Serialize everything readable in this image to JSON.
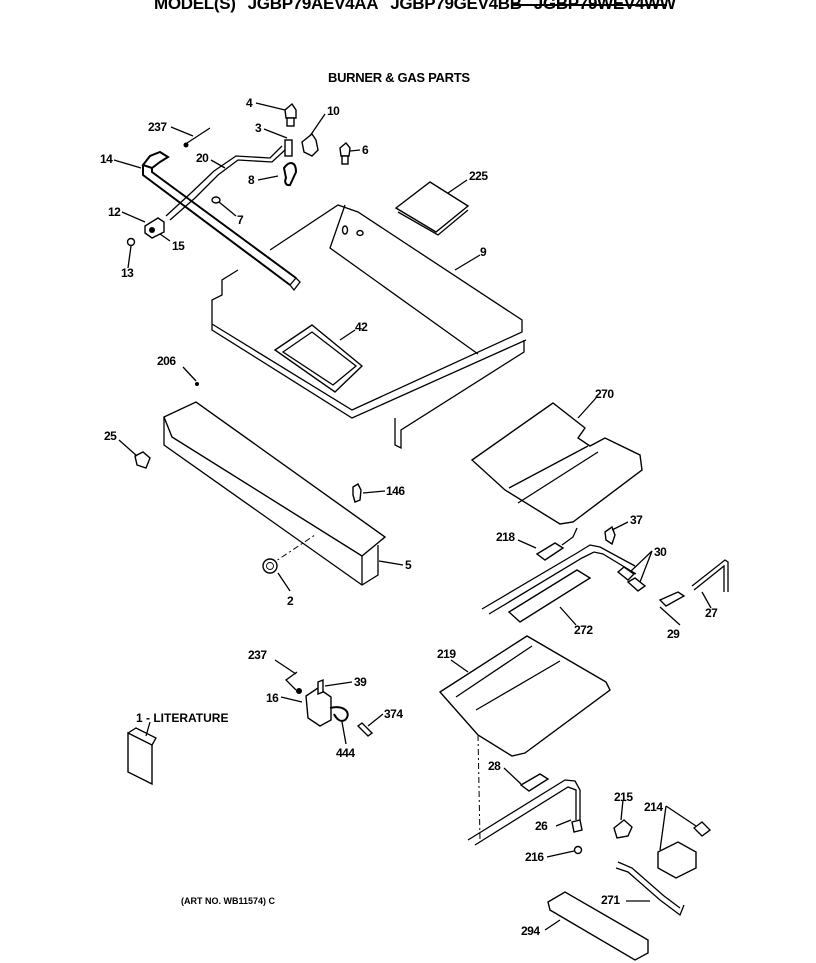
{
  "header": {
    "models_prefix": "MODEL(S)",
    "models": [
      "JGBP79AEV4AA",
      "JGBP79GEV4BB",
      "JGBP79WEV4WW"
    ],
    "section_title": "BURNER & GAS PARTS"
  },
  "footer": {
    "art_number": "(ART NO. WB11574) C"
  },
  "literature_label": "1 - LITERATURE",
  "part_labels": {
    "p4": "4",
    "p10": "10",
    "p237a": "237",
    "p3": "3",
    "p6": "6",
    "p14": "14",
    "p20": "20",
    "p8": "8",
    "p225": "225",
    "p12": "12",
    "p7": "7",
    "p15": "15",
    "p9": "9",
    "p13": "13",
    "p42": "42",
    "p206": "206",
    "p270": "270",
    "p25": "25",
    "p146": "146",
    "p37": "37",
    "p218a": "218",
    "p30": "30",
    "p5": "5",
    "p2": "2",
    "p272": "272",
    "p29": "29",
    "p27": "27",
    "p237b": "237",
    "p219": "219",
    "p39": "39",
    "p16": "16",
    "p374": "374",
    "p444": "444",
    "p28": "28",
    "p215": "215",
    "p214": "214",
    "p26": "26",
    "p216": "216",
    "p271": "271",
    "p294": "294"
  }
}
